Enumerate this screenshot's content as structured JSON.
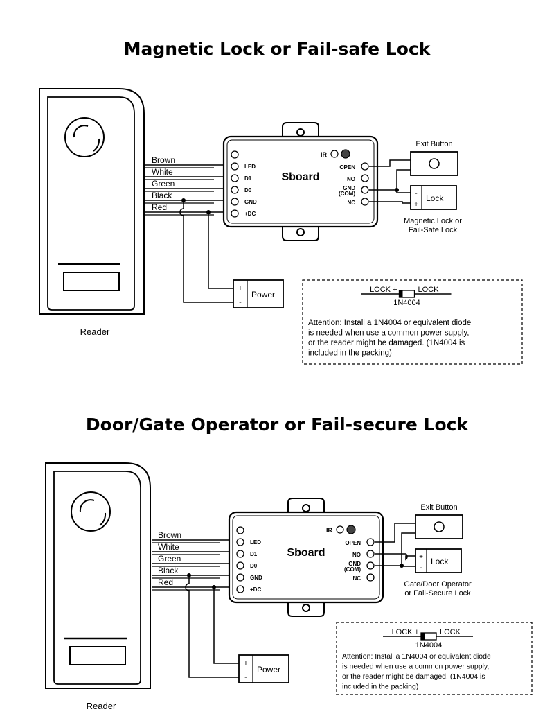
{
  "sections": [
    {
      "title": "Magnetic Lock or Fail-safe Lock",
      "reader_label": "Reader",
      "wires": [
        "Brown",
        "White",
        "Green",
        "Black",
        "Red"
      ],
      "board_name": "Sboard",
      "board_ir": "IR",
      "board_left_pins": [
        "LED",
        "D1",
        "D0",
        "GND",
        "+DC"
      ],
      "board_right_pins": [
        "OPEN",
        "NO",
        "GND\n(COM)",
        "NC"
      ],
      "power_label": "Power",
      "power_plus": "+",
      "power_minus": "-",
      "exit_button_label": "Exit Button",
      "lock_label": "Lock",
      "lock_plus": "+",
      "lock_minus": "-",
      "lock_caption_1": "Magnetic Lock or",
      "lock_caption_2": "Fail-Safe Lock",
      "diode_left": "LOCK +",
      "diode_right": "LOCK",
      "diode_part": "1N4004",
      "attention": [
        "Attention: Install a 1N4004 or equivalent diode",
        "is needed when use a common power supply,",
        "or the reader might be damaged. (1N4004 is",
        "included in the packing)"
      ]
    },
    {
      "title": "Door/Gate Operator or Fail-secure Lock",
      "reader_label": "Reader",
      "wires": [
        "Brown",
        "White",
        "Green",
        "Black",
        "Red"
      ],
      "board_name": "Sboard",
      "board_ir": "IR",
      "board_left_pins": [
        "LED",
        "D1",
        "D0",
        "GND",
        "+DC"
      ],
      "board_right_pins": [
        "OPEN",
        "NO",
        "GND\n(COM)",
        "NC"
      ],
      "power_label": "Power",
      "power_plus": "+",
      "power_minus": "-",
      "exit_button_label": "Exit Button",
      "lock_label": "Lock",
      "lock_plus": "+",
      "lock_minus": "-",
      "lock_caption_1": "Gate/Door Operator",
      "lock_caption_2": "or Fail-Secure Lock",
      "diode_left": "LOCK +",
      "diode_right": "LOCK",
      "diode_part": "1N4004",
      "attention": [
        "Attention: Install a 1N4004 or equivalent diode",
        "is needed when use a common power supply,",
        "or the reader might be damaged. (1N4004 is",
        "included in the packing)"
      ]
    }
  ]
}
